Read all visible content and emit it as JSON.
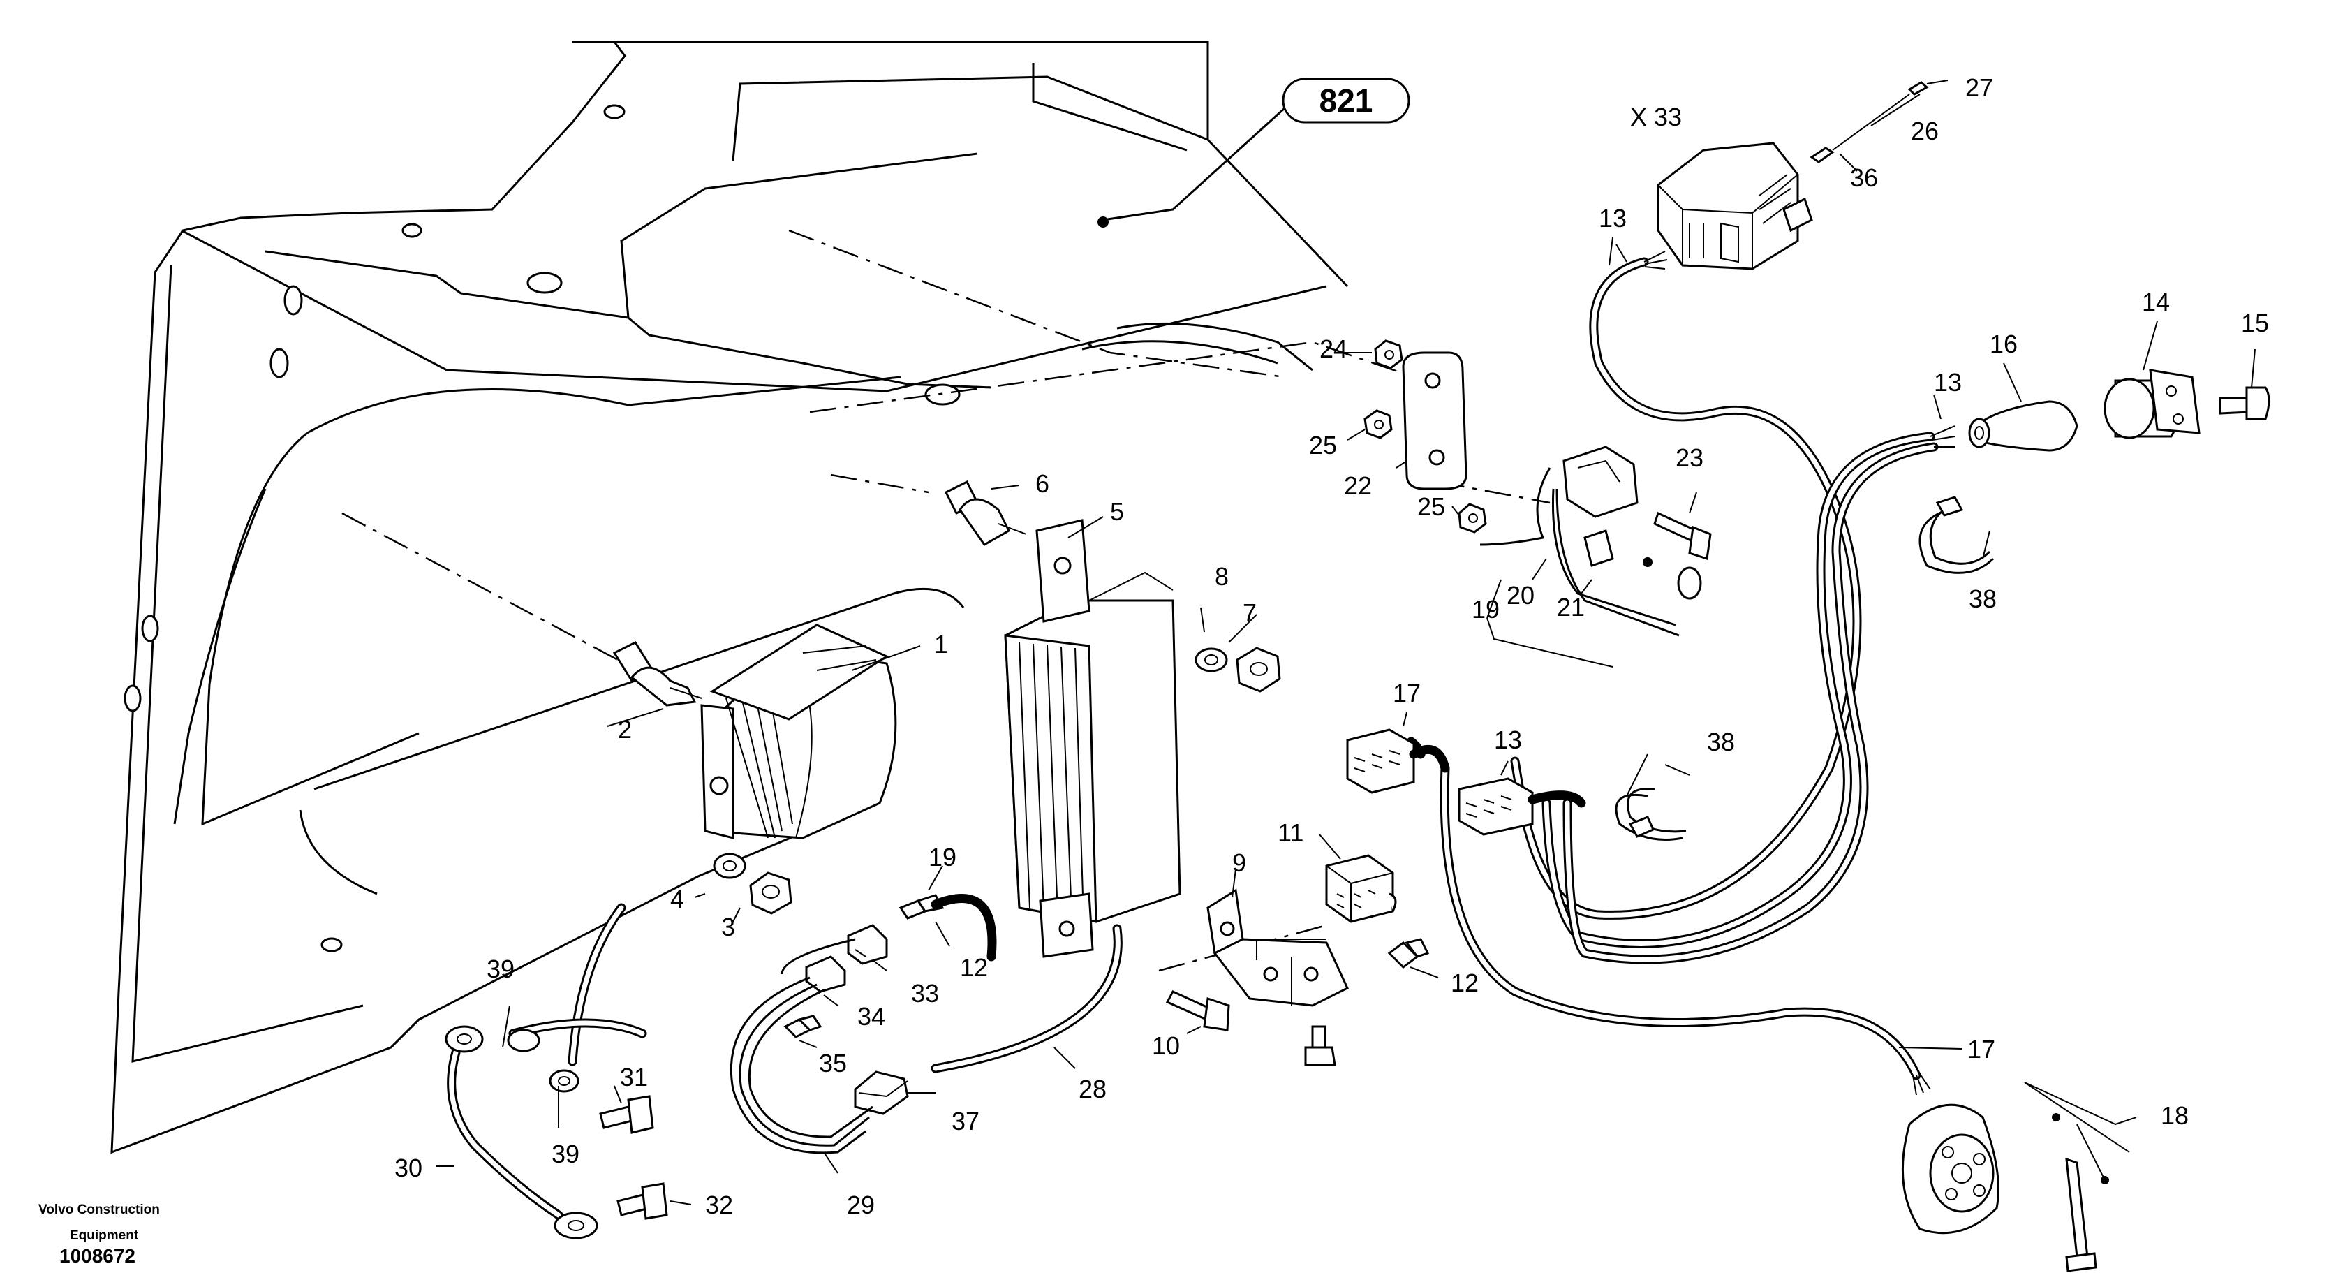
{
  "diagram": {
    "reference_badge": "821",
    "connector_label": "X 33",
    "brand_line1": "Volvo Construction",
    "brand_line2": "Equipment",
    "document_number": "1008672",
    "callouts": {
      "c1": "1",
      "c2": "2",
      "c3": "3",
      "c4": "4",
      "c5": "5",
      "c6": "6",
      "c7": "7",
      "c8": "8",
      "c9": "9",
      "c10": "10",
      "c11": "11",
      "c12a": "12",
      "c12b": "12",
      "c13a": "13",
      "c13b": "13",
      "c13c": "13",
      "c14": "14",
      "c15": "15",
      "c16": "16",
      "c17a": "17",
      "c17b": "17",
      "c18": "18",
      "c19a": "19",
      "c19b": "19",
      "c20": "20",
      "c21": "21",
      "c22": "22",
      "c23": "23",
      "c24": "24",
      "c25a": "25",
      "c25b": "25",
      "c26": "26",
      "c27": "27",
      "c28": "28",
      "c29": "29",
      "c30": "30",
      "c31": "31",
      "c32": "32",
      "c33": "33",
      "c34": "34",
      "c35": "35",
      "c36": "36",
      "c37": "37",
      "c38a": "38",
      "c38b": "38",
      "c39a": "39",
      "c39b": "39"
    }
  }
}
